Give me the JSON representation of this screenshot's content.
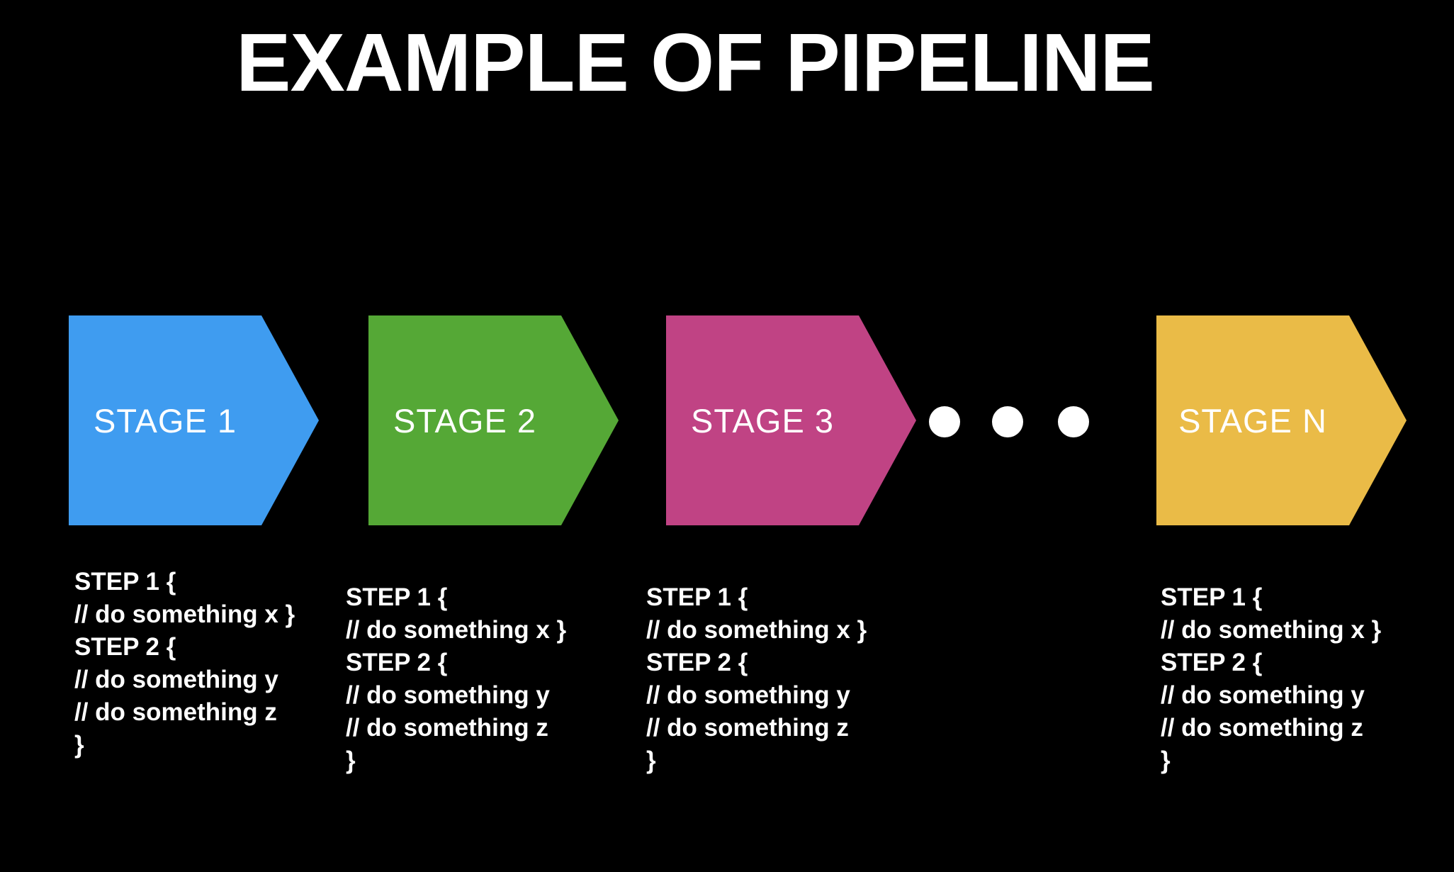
{
  "title": "EXAMPLE OF PIPELINE",
  "colors": {
    "background": "#000000",
    "text": "#ffffff",
    "ellipsis_dot": "#ffffff",
    "stage1": "#3F9CF0",
    "stage2": "#55A836",
    "stage3": "#C04384",
    "stageN": "#EABB47"
  },
  "stages": [
    {
      "label": "STAGE 1",
      "color": "#3F9CF0",
      "code": "STEP 1 {\n// do something x }\nSTEP 2 {\n// do something y\n// do something z\n}"
    },
    {
      "label": "STAGE 2",
      "color": "#55A836",
      "code": "STEP 1 {\n// do something x }\nSTEP 2 {\n// do something y\n// do something z\n}"
    },
    {
      "label": "STAGE 3",
      "color": "#C04384",
      "code": "STEP 1 {\n// do something x }\nSTEP 2 {\n// do something y\n// do something z\n}"
    },
    {
      "label": "STAGE N",
      "color": "#EABB47",
      "code": "STEP 1 {\n// do something x }\nSTEP 2 {\n// do something y\n// do something z\n}"
    }
  ],
  "ellipsis": {
    "dot_count": 3
  }
}
